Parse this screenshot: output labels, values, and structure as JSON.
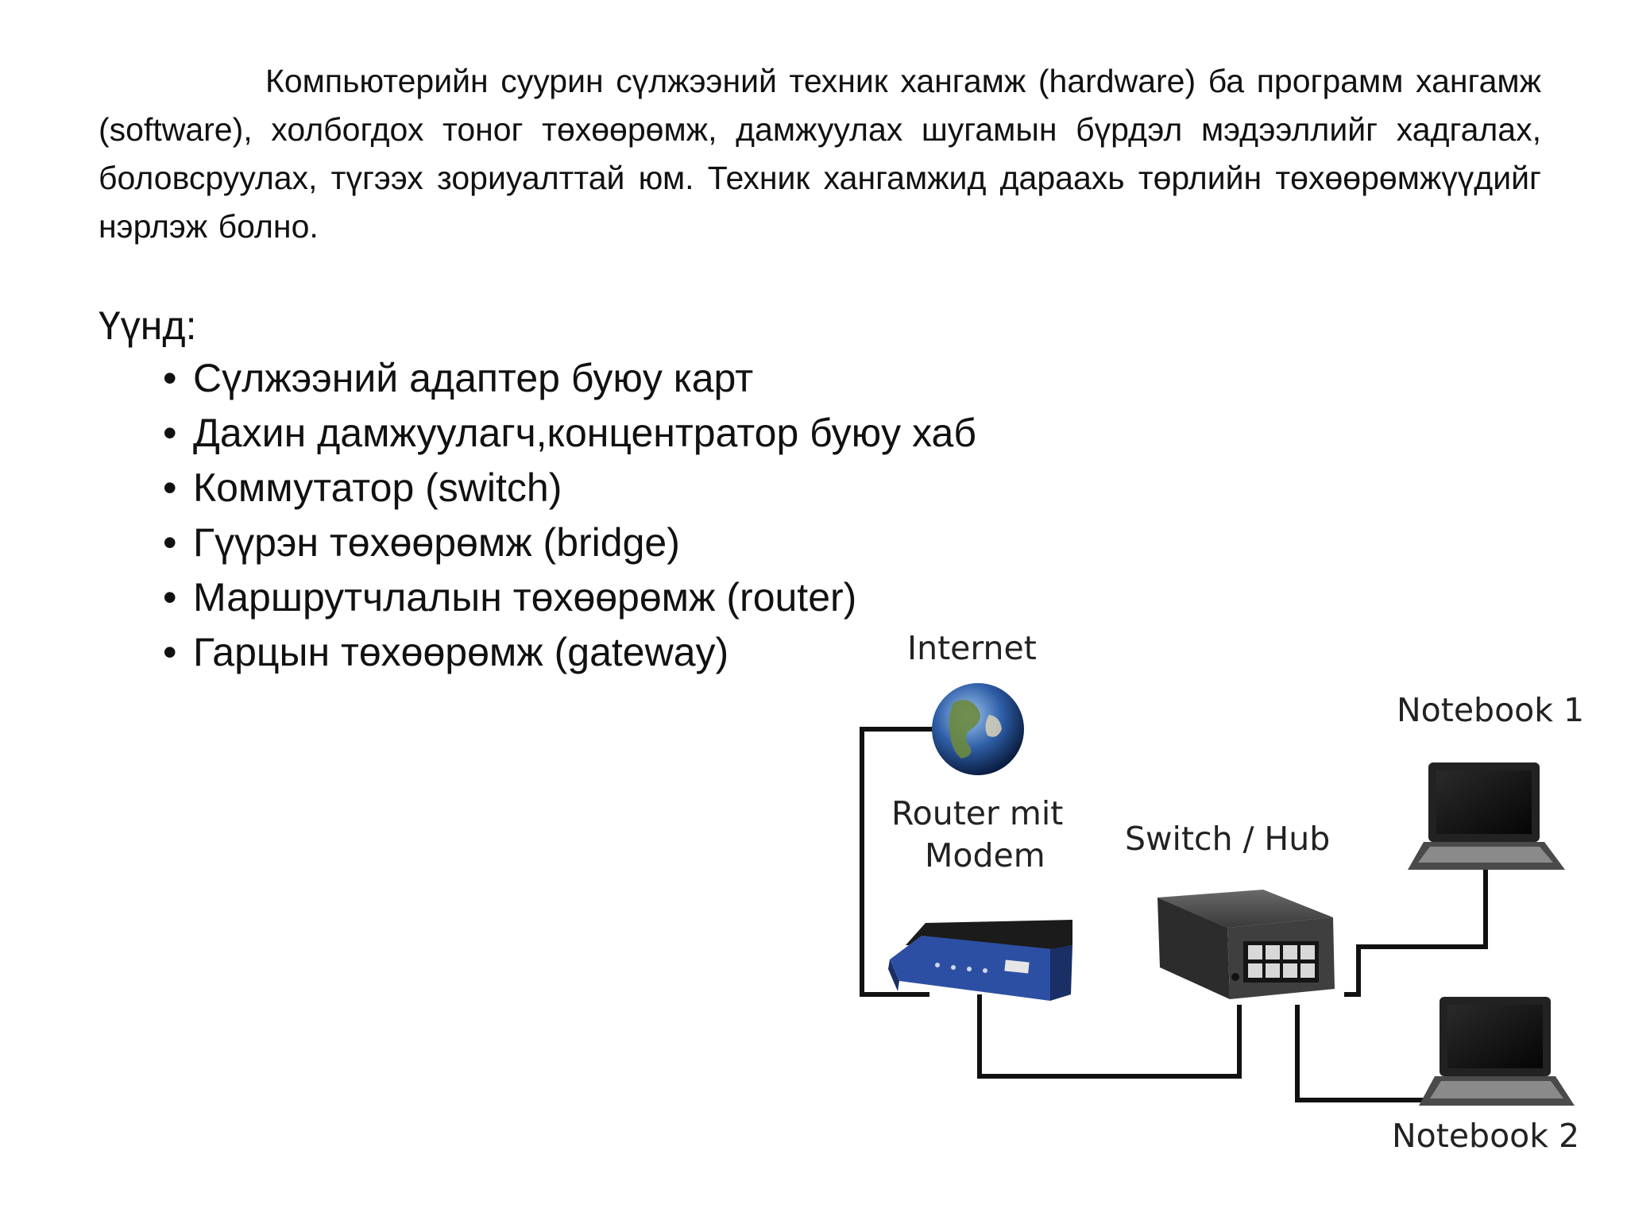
{
  "intro_text": "Компьютерийн суурин сүлжээний техник хангамж (hardware) ба программ хангамж (software), холбогдох тоног төхөөрөмж, дамжуулах шугамын бүрдэл мэдээллийг хадгалах, боловсруулах, түгээх зориуалттай юм. Техник хангамжид дараахь төрлийн төхөөрөмжүүдийг нэрлэж болно.",
  "list_heading": "Үүнд:",
  "bullet_symbol": "•",
  "items": [
    "Сүлжээний адаптер буюу карт",
    "Дахин дамжуулагч,концентратор буюу хаб",
    "Коммутатор (switch)",
    "Гүүрэн төхөөрөмж (bridge)",
    "Маршрутчлалын төхөөрөмж (router)",
    "Гарцын төхөөрөмж (gateway)"
  ],
  "diagram": {
    "internet_label": "Internet",
    "router_label_line1": "Router mit",
    "router_label_line2": "Modem",
    "switch_label": "Switch / Hub",
    "notebook1_label": "Notebook 1",
    "notebook2_label": "Notebook 2"
  },
  "colors": {
    "text": "#111111",
    "router_blue": "#2d4fa3",
    "switch_dark": "#3a3a3a",
    "globe_blue": "#2f5fa8"
  }
}
